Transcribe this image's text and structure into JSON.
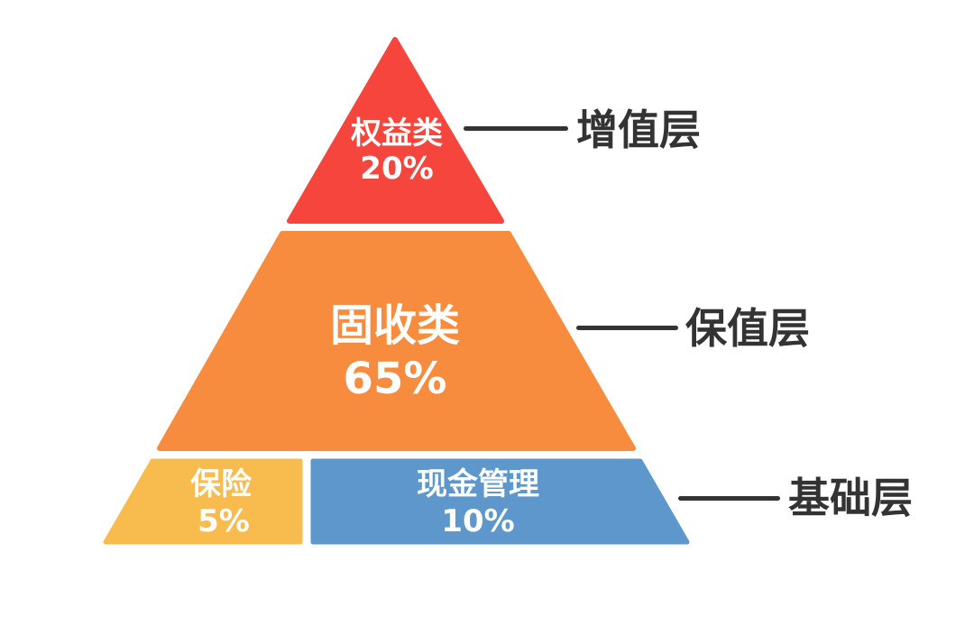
{
  "diagram_type": "pyramid",
  "tiers": {
    "top": {
      "name": "权益类",
      "value": "20%"
    },
    "middle": {
      "name": "固收类",
      "value": "65%"
    },
    "bottom_left": {
      "name": "保险",
      "value": "5%"
    },
    "bottom_right": {
      "name": "现金管理",
      "value": "10%"
    }
  },
  "labels": {
    "top": "增值层",
    "middle": "保值层",
    "bottom": "基础层"
  },
  "colors": {
    "tier_top": "#F5453C",
    "tier_middle": "#F78C3E",
    "tier_bottom_left": "#F8BB4E",
    "tier_bottom_right": "#5D97CB",
    "shape_text": "#FFFFFF",
    "label_text": "#333333",
    "connector_line": "#333333",
    "background": "#FFFFFF"
  }
}
